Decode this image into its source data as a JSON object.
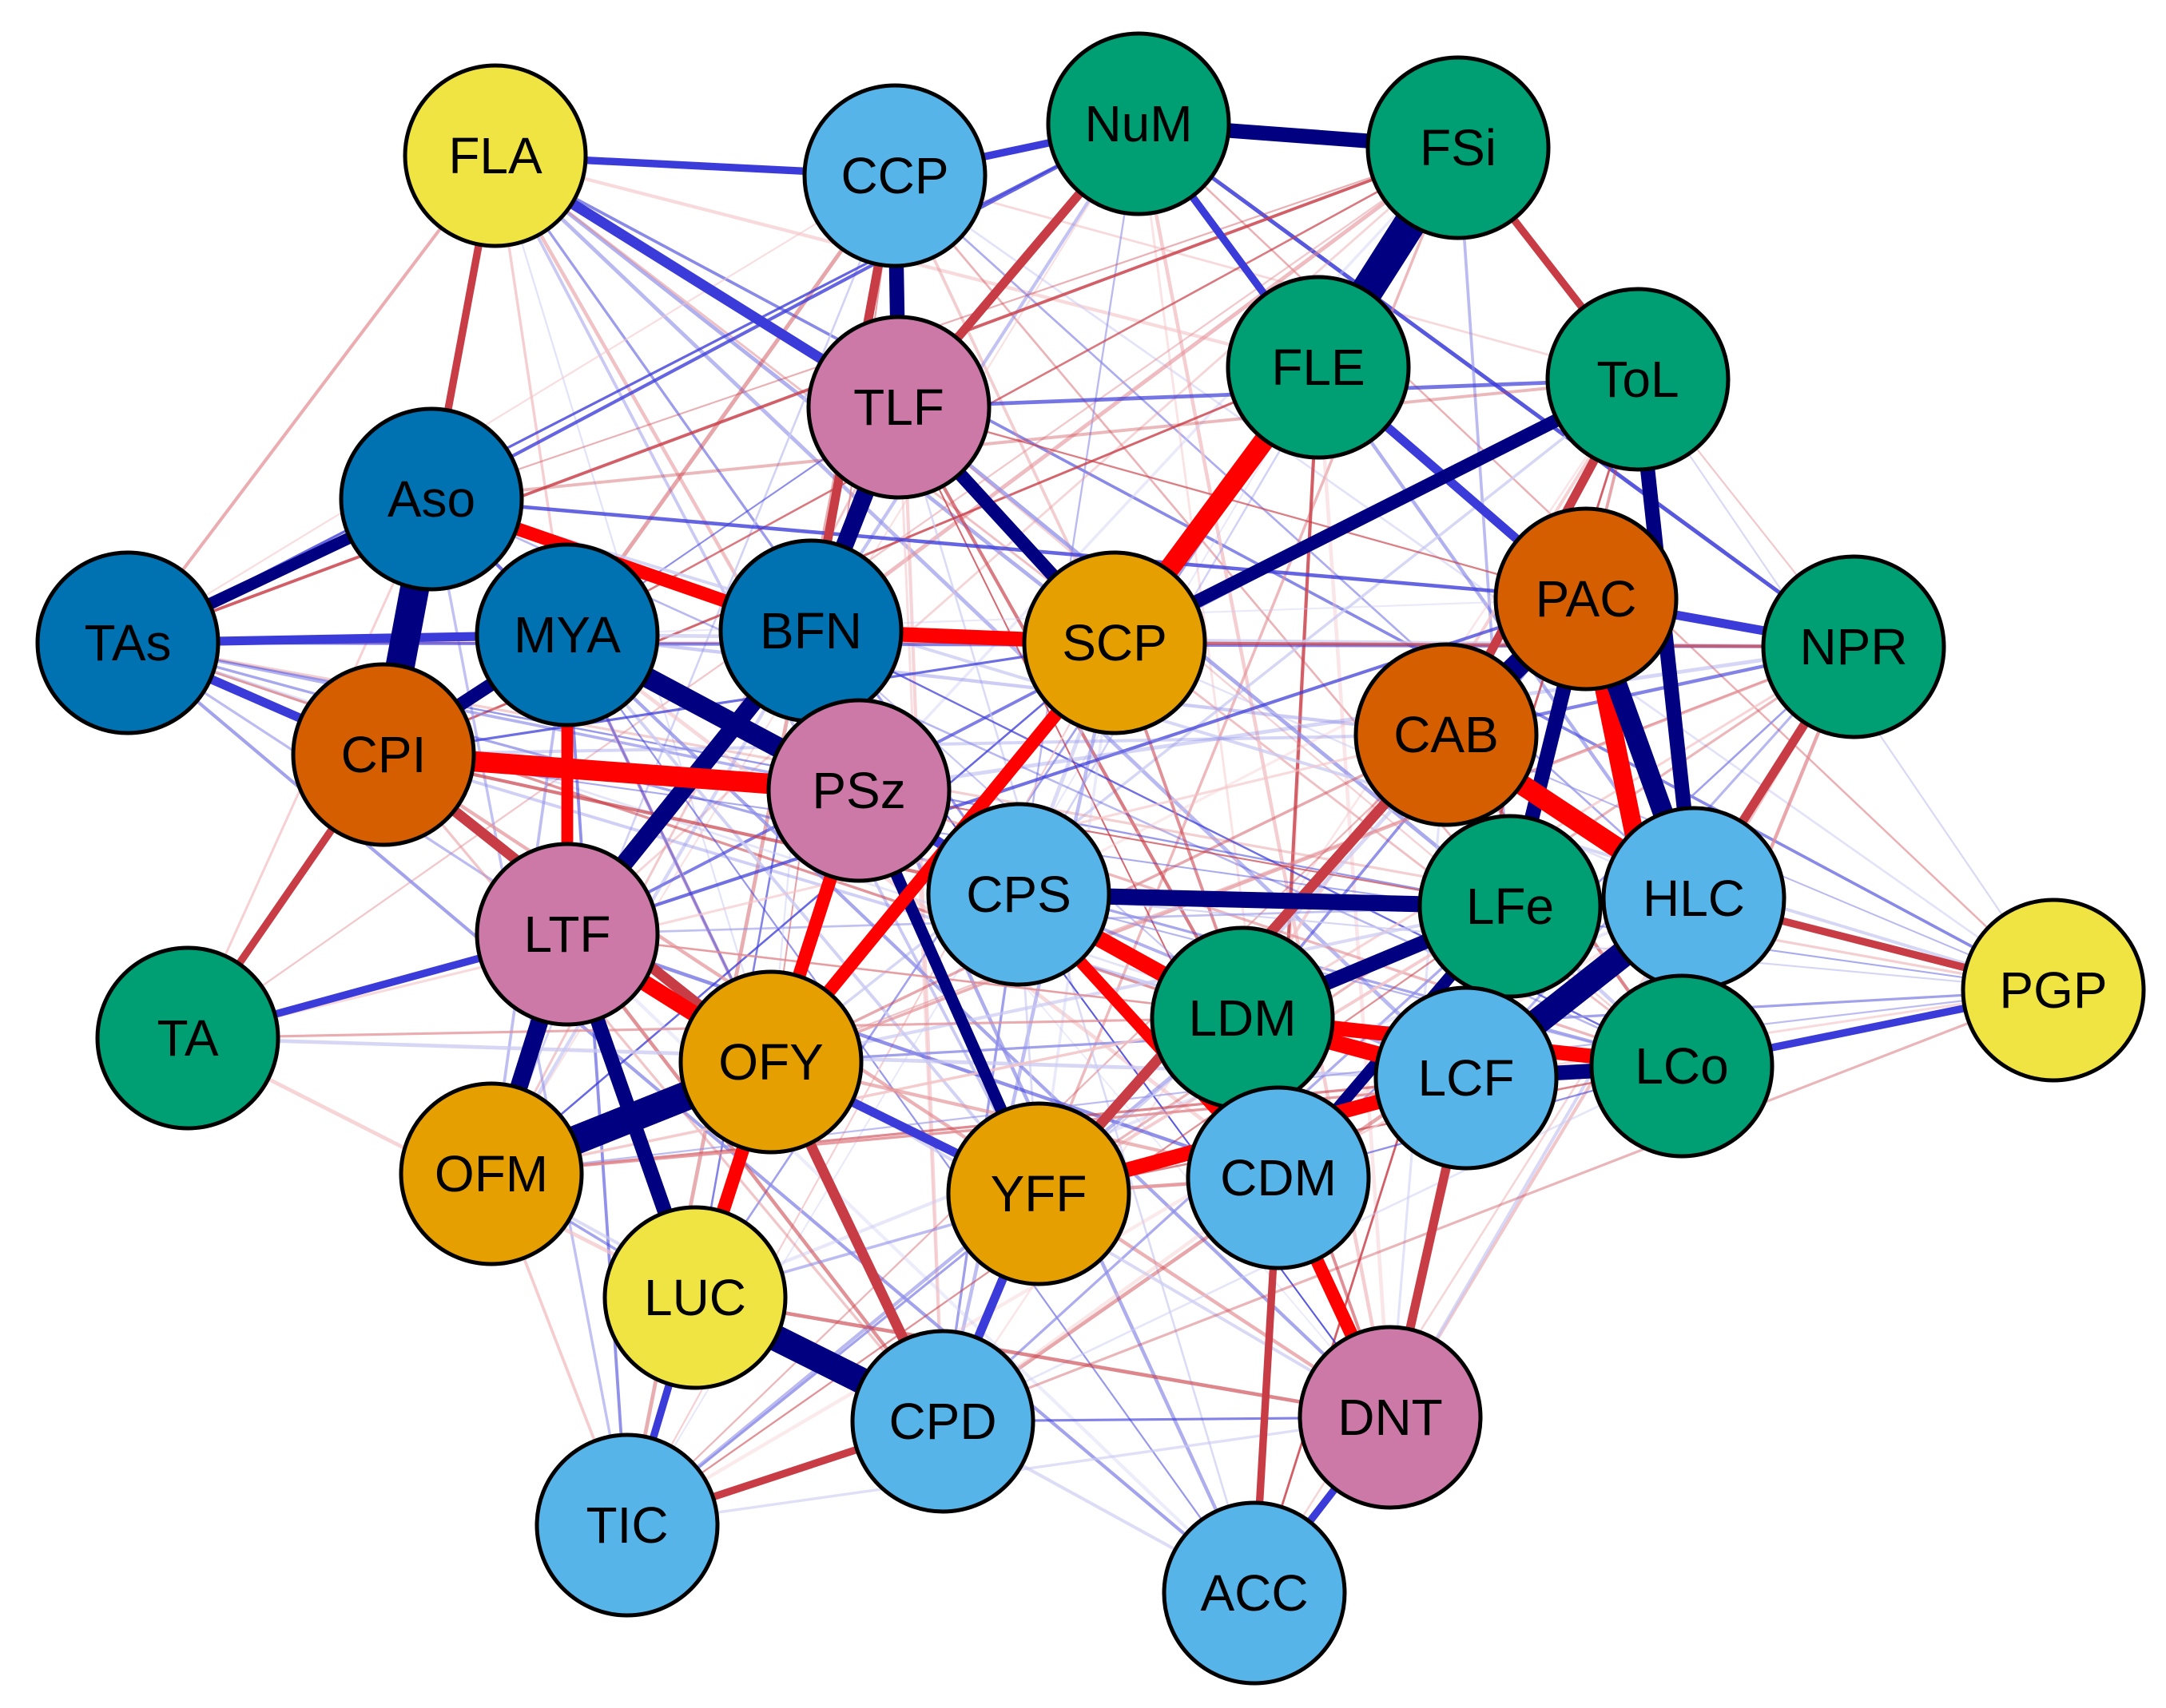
{
  "colors": {
    "green": "#009E73",
    "dark_blue": "#0072B2",
    "light_blue": "#56B4E9",
    "orange": "#E69F00",
    "vermillion": "#D55E00",
    "pink": "#CC79A7",
    "yellow": "#F0E442",
    "edge_positive": "#000080",
    "edge_positive_light": "#3B3BD9",
    "edge_negative": "#FF0000",
    "edge_negative_light": "#C83C46"
  },
  "nodes": [
    {
      "id": "FLA",
      "label": "FLA",
      "color": "yellow"
    },
    {
      "id": "CCP",
      "label": "CCP",
      "color": "light_blue"
    },
    {
      "id": "NuM",
      "label": "NuM",
      "color": "green"
    },
    {
      "id": "FSi",
      "label": "FSi",
      "color": "green"
    },
    {
      "id": "FLE",
      "label": "FLE",
      "color": "green"
    },
    {
      "id": "ToL",
      "label": "ToL",
      "color": "green"
    },
    {
      "id": "TLF",
      "label": "TLF",
      "color": "pink"
    },
    {
      "id": "Aso",
      "label": "Aso",
      "color": "dark_blue"
    },
    {
      "id": "TAs",
      "label": "TAs",
      "color": "dark_blue"
    },
    {
      "id": "MYA",
      "label": "MYA",
      "color": "dark_blue"
    },
    {
      "id": "BFN",
      "label": "BFN",
      "color": "dark_blue"
    },
    {
      "id": "SCP",
      "label": "SCP",
      "color": "orange"
    },
    {
      "id": "PAC",
      "label": "PAC",
      "color": "vermillion"
    },
    {
      "id": "NPR",
      "label": "NPR",
      "color": "green"
    },
    {
      "id": "CPI",
      "label": "CPI",
      "color": "vermillion"
    },
    {
      "id": "CAB",
      "label": "CAB",
      "color": "vermillion"
    },
    {
      "id": "PSz",
      "label": "PSz",
      "color": "pink"
    },
    {
      "id": "CPS",
      "label": "CPS",
      "color": "light_blue"
    },
    {
      "id": "LFe",
      "label": "LFe",
      "color": "green"
    },
    {
      "id": "HLC",
      "label": "HLC",
      "color": "light_blue"
    },
    {
      "id": "LTF",
      "label": "LTF",
      "color": "pink"
    },
    {
      "id": "TA",
      "label": "TA",
      "color": "green"
    },
    {
      "id": "PGP",
      "label": "PGP",
      "color": "yellow"
    },
    {
      "id": "LDM",
      "label": "LDM",
      "color": "green"
    },
    {
      "id": "OFY",
      "label": "OFY",
      "color": "orange"
    },
    {
      "id": "LCF",
      "label": "LCF",
      "color": "light_blue"
    },
    {
      "id": "LCo",
      "label": "LCo",
      "color": "green"
    },
    {
      "id": "OFM",
      "label": "OFM",
      "color": "orange"
    },
    {
      "id": "YFF",
      "label": "YFF",
      "color": "orange"
    },
    {
      "id": "CDM",
      "label": "CDM",
      "color": "light_blue"
    },
    {
      "id": "LUC",
      "label": "LUC",
      "color": "yellow"
    },
    {
      "id": "CPD",
      "label": "CPD",
      "color": "light_blue"
    },
    {
      "id": "DNT",
      "label": "DNT",
      "color": "pink"
    },
    {
      "id": "TIC",
      "label": "TIC",
      "color": "light_blue"
    },
    {
      "id": "ACC",
      "label": "ACC",
      "color": "light_blue"
    }
  ],
  "edges": [
    {
      "source": "FSi",
      "target": "FLE",
      "sign": "positive",
      "weight": 1.0
    },
    {
      "source": "Aso",
      "target": "CPI",
      "sign": "positive",
      "weight": 0.9
    },
    {
      "source": "OFM",
      "target": "OFY",
      "sign": "positive",
      "weight": 0.9
    },
    {
      "source": "LUC",
      "target": "CPD",
      "sign": "positive",
      "weight": 0.8
    },
    {
      "source": "CAB",
      "target": "PAC",
      "sign": "positive",
      "weight": 0.7
    },
    {
      "source": "HLC",
      "target": "LCF",
      "sign": "positive",
      "weight": 0.8
    },
    {
      "source": "MYA",
      "target": "PSz",
      "sign": "positive",
      "weight": 0.6
    },
    {
      "source": "TLF",
      "target": "BFN",
      "sign": "positive",
      "weight": 0.5
    },
    {
      "source": "CCP",
      "target": "TLF",
      "sign": "positive",
      "weight": 0.4
    },
    {
      "source": "NuM",
      "target": "FSi",
      "sign": "positive",
      "weight": 0.4
    },
    {
      "source": "BFN",
      "target": "LTF",
      "sign": "positive",
      "weight": 0.5
    },
    {
      "source": "LTF",
      "target": "OFM",
      "sign": "positive",
      "weight": 0.5
    },
    {
      "source": "LTF",
      "target": "LUC",
      "sign": "positive",
      "weight": 0.4
    },
    {
      "source": "PAC",
      "target": "HLC",
      "sign": "positive",
      "weight": 0.6
    },
    {
      "source": "ToL",
      "target": "HLC",
      "sign": "positive",
      "weight": 0.4
    },
    {
      "source": "CPS",
      "target": "LFe",
      "sign": "positive",
      "weight": 0.45
    },
    {
      "source": "LDM",
      "target": "LFe",
      "sign": "positive",
      "weight": 0.4
    },
    {
      "source": "ToL",
      "target": "SCP",
      "sign": "positive",
      "weight": 0.35
    },
    {
      "source": "TLF",
      "target": "SCP",
      "sign": "positive",
      "weight": 0.35
    },
    {
      "source": "PAC",
      "target": "LFe",
      "sign": "positive",
      "weight": 0.4
    },
    {
      "source": "LCo",
      "target": "LCF",
      "sign": "positive",
      "weight": 0.4
    },
    {
      "source": "CDM",
      "target": "LFe",
      "sign": "positive",
      "weight": 0.3
    },
    {
      "source": "Aso",
      "target": "TAs",
      "sign": "positive",
      "weight": 0.3
    },
    {
      "source": "MYA",
      "target": "CPI",
      "sign": "positive",
      "weight": 0.35
    },
    {
      "source": "FLA",
      "target": "TLF",
      "sign": "positive",
      "weight": 0.25
    },
    {
      "source": "PSz",
      "target": "YFF",
      "sign": "positive",
      "weight": 0.3
    },
    {
      "source": "FLE",
      "target": "SCP",
      "sign": "negative",
      "weight": 0.6
    },
    {
      "source": "CPI",
      "target": "PSz",
      "sign": "negative",
      "weight": 0.6
    },
    {
      "source": "CAB",
      "target": "HLC",
      "sign": "negative",
      "weight": 0.6
    },
    {
      "source": "PAC",
      "target": "LCo",
      "sign": "negative",
      "weight": 0.55
    },
    {
      "source": "LTF",
      "target": "OFY",
      "sign": "negative",
      "weight": 0.45
    },
    {
      "source": "BFN",
      "target": "SCP",
      "sign": "negative",
      "weight": 0.4
    },
    {
      "source": "Aso",
      "target": "BFN",
      "sign": "negative",
      "weight": 0.35
    },
    {
      "source": "OFY",
      "target": "SCP",
      "sign": "negative",
      "weight": 0.35
    },
    {
      "source": "LDM",
      "target": "LCF",
      "sign": "negative",
      "weight": 0.45
    },
    {
      "source": "CPS",
      "target": "LDM",
      "sign": "negative",
      "weight": 0.45
    },
    {
      "source": "YFF",
      "target": "LCF",
      "sign": "negative",
      "weight": 0.4
    },
    {
      "source": "CDM",
      "target": "DNT",
      "sign": "negative",
      "weight": 0.35
    },
    {
      "source": "LUC",
      "target": "PSz",
      "sign": "negative",
      "weight": 0.35
    },
    {
      "source": "LDM",
      "target": "LCo",
      "sign": "negative",
      "weight": 0.4
    },
    {
      "source": "MYA",
      "target": "LTF",
      "sign": "negative",
      "weight": 0.3
    },
    {
      "source": "CPS",
      "target": "CDM",
      "sign": "negative",
      "weight": 0.3
    },
    {
      "source": "LFe",
      "target": "LCF",
      "sign": "negative",
      "weight": 0.3
    },
    {
      "source": "CAB",
      "target": "YFF",
      "sign": "negative",
      "weight": 0.25
    },
    {
      "source": "CPD",
      "target": "OFY",
      "sign": "negative",
      "weight": 0.25
    },
    {
      "source": "CPI",
      "target": "OFY",
      "sign": "negative",
      "weight": 0.25
    },
    {
      "source": "PSz",
      "target": "CPS",
      "sign": "positive",
      "weight": 0.25
    },
    {
      "source": "BFN",
      "target": "PSz",
      "sign": "positive",
      "weight": 0.3
    },
    {
      "source": "TAs",
      "target": "CPI",
      "sign": "positive",
      "weight": 0.2
    },
    {
      "source": "TAs",
      "target": "MYA",
      "sign": "positive",
      "weight": 0.2
    },
    {
      "source": "TA",
      "target": "LTF",
      "sign": "positive",
      "weight": 0.15
    },
    {
      "source": "TA",
      "target": "CPI",
      "sign": "negative",
      "weight": 0.15
    },
    {
      "source": "TIC",
      "target": "LUC",
      "sign": "positive",
      "weight": 0.15
    },
    {
      "source": "TIC",
      "target": "CPD",
      "sign": "negative",
      "weight": 0.15
    },
    {
      "source": "ACC",
      "target": "DNT",
      "sign": "positive",
      "weight": 0.15
    },
    {
      "source": "ACC",
      "target": "CDM",
      "sign": "negative",
      "weight": 0.15
    },
    {
      "source": "PGP",
      "target": "HLC",
      "sign": "negative",
      "weight": 0.15
    },
    {
      "source": "PGP",
      "target": "LCo",
      "sign": "positive",
      "weight": 0.15
    },
    {
      "source": "NPR",
      "target": "PAC",
      "sign": "positive",
      "weight": 0.2
    },
    {
      "source": "NPR",
      "target": "HLC",
      "sign": "negative",
      "weight": 0.2
    },
    {
      "source": "NuM",
      "target": "TLF",
      "sign": "negative",
      "weight": 0.2
    },
    {
      "source": "NuM",
      "target": "FLE",
      "sign": "positive",
      "weight": 0.15
    },
    {
      "source": "CCP",
      "target": "BFN",
      "sign": "negative",
      "weight": 0.2
    },
    {
      "source": "FLE",
      "target": "PAC",
      "sign": "positive",
      "weight": 0.2
    },
    {
      "source": "ToL",
      "target": "CAB",
      "sign": "negative",
      "weight": 0.2
    },
    {
      "source": "YFF",
      "target": "OFY",
      "sign": "positive",
      "weight": 0.2
    },
    {
      "source": "DNT",
      "target": "LCF",
      "sign": "negative",
      "weight": 0.2
    },
    {
      "source": "CPD",
      "target": "YFF",
      "sign": "positive",
      "weight": 0.2
    },
    {
      "source": "FLA",
      "target": "CCP",
      "sign": "positive",
      "weight": 0.15
    },
    {
      "source": "FLA",
      "target": "Aso",
      "sign": "negative",
      "weight": 0.15
    },
    {
      "source": "FSi",
      "target": "ToL",
      "sign": "negative",
      "weight": 0.15
    },
    {
      "source": "CCP",
      "target": "NuM",
      "sign": "positive",
      "weight": 0.15
    }
  ]
}
